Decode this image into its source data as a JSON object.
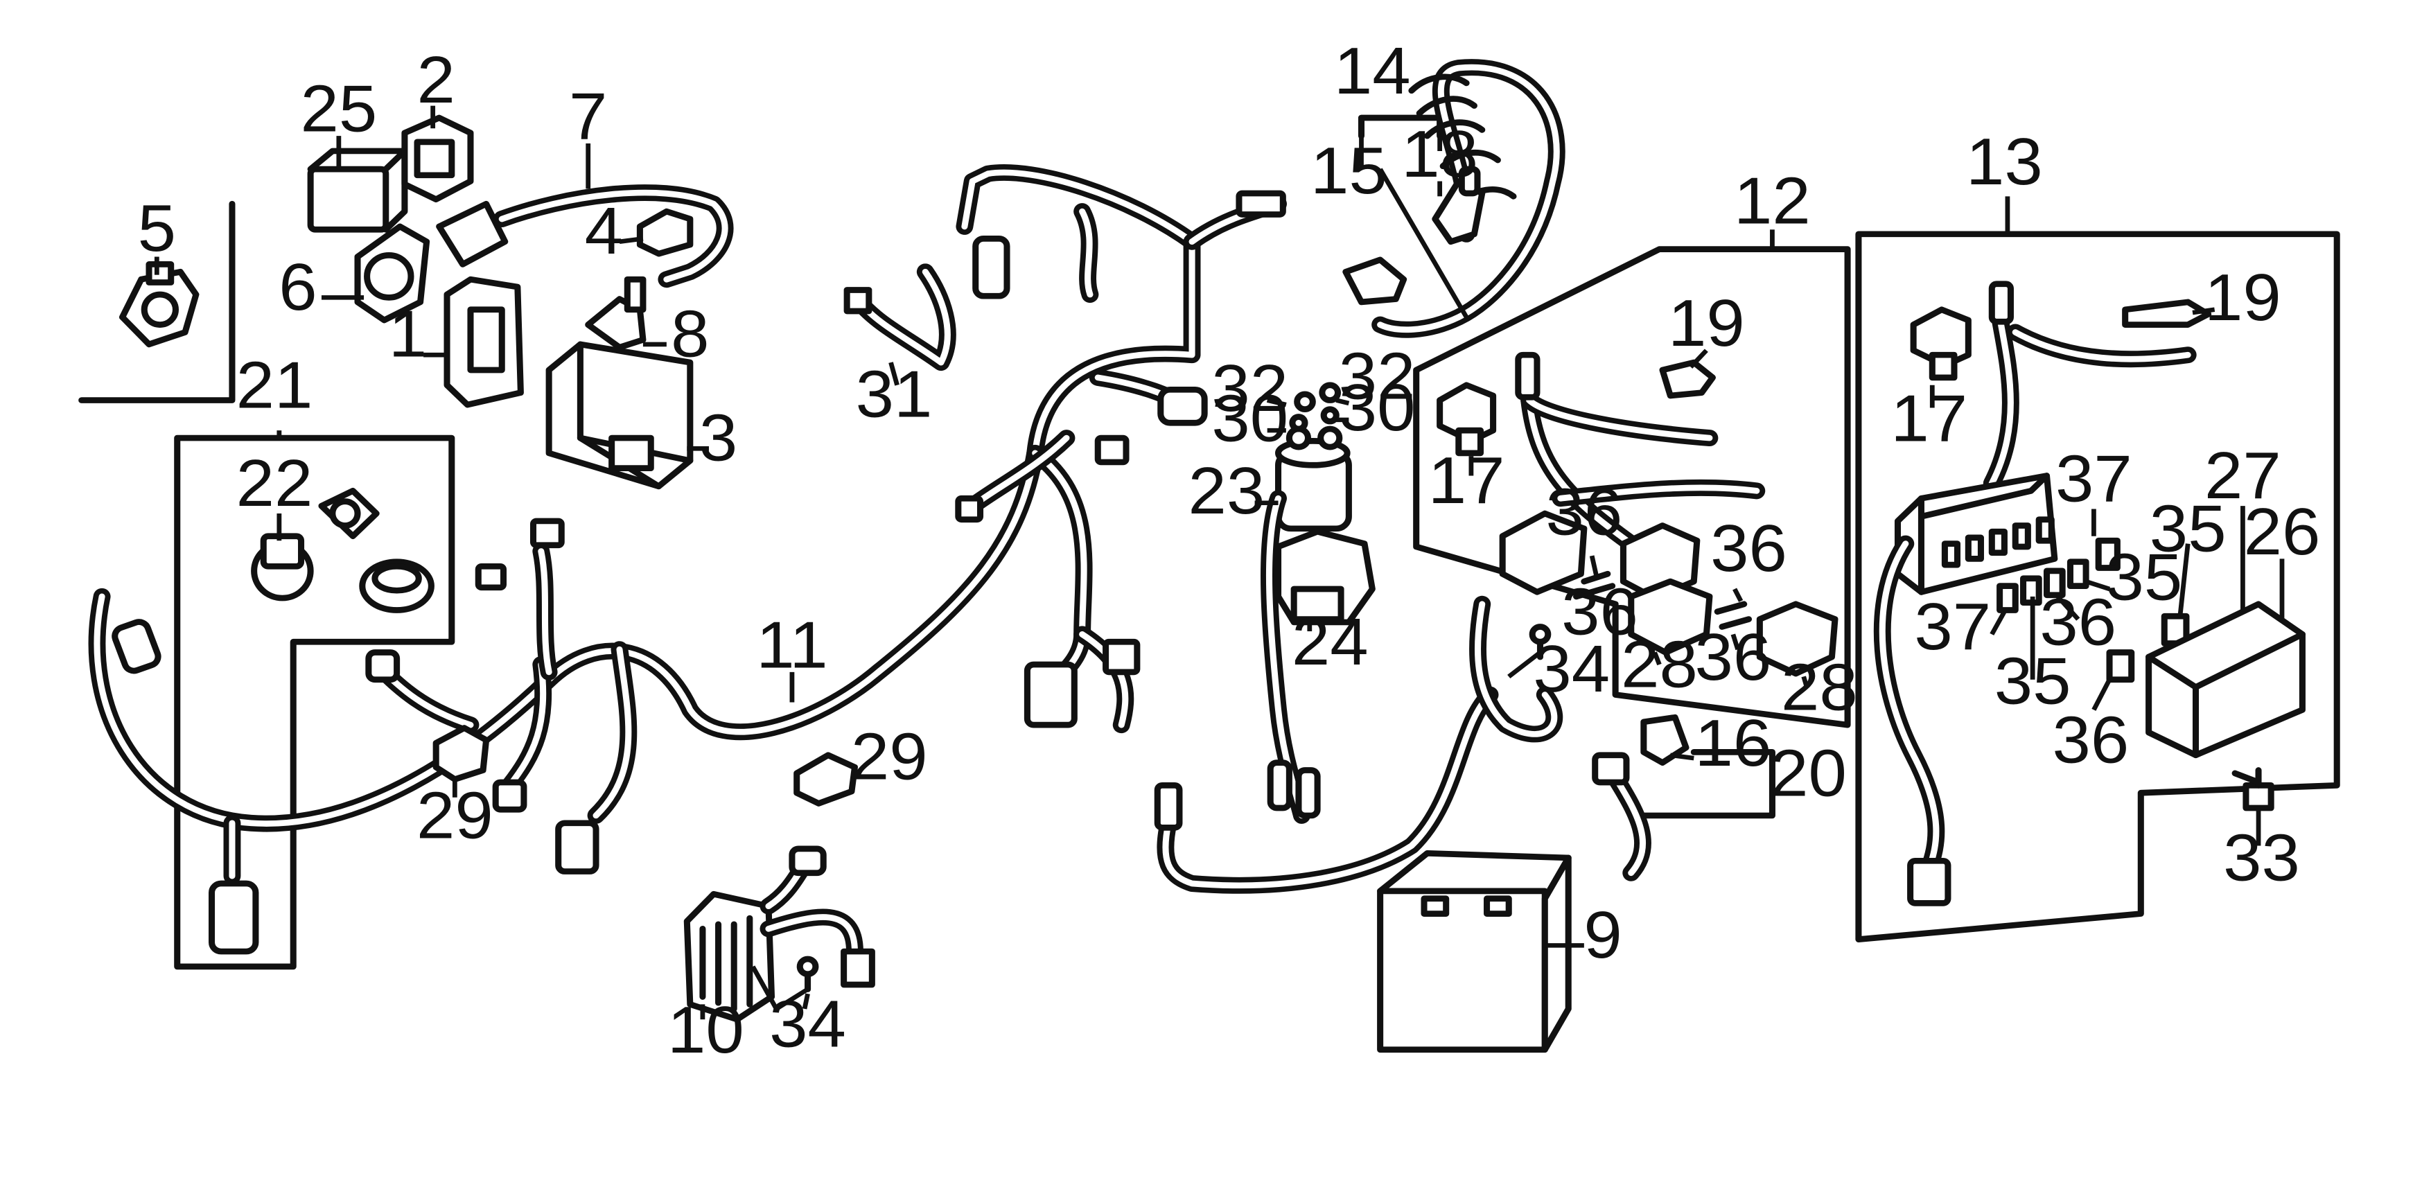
{
  "parts": {
    "p1": "1",
    "p2": "2",
    "p3": "3",
    "p4": "4",
    "p5": "5",
    "p6": "6",
    "p7": "7",
    "p8": "8",
    "p9": "9",
    "p10": "10",
    "p11": "11",
    "p12": "12",
    "p13": "13",
    "p14": "14",
    "p15": "15",
    "p16": "16",
    "p17": "17",
    "p18": "18",
    "p19": "19",
    "p20": "20",
    "p21": "21",
    "p22": "22",
    "p23": "23",
    "p24": "24",
    "p25": "25",
    "p26": "26",
    "p27": "27",
    "p28": "28",
    "p29": "29",
    "p30": "30",
    "p31": "31",
    "p32": "32",
    "p33": "33",
    "p34": "34",
    "p35": "35",
    "p36": "36",
    "p37": "37"
  }
}
